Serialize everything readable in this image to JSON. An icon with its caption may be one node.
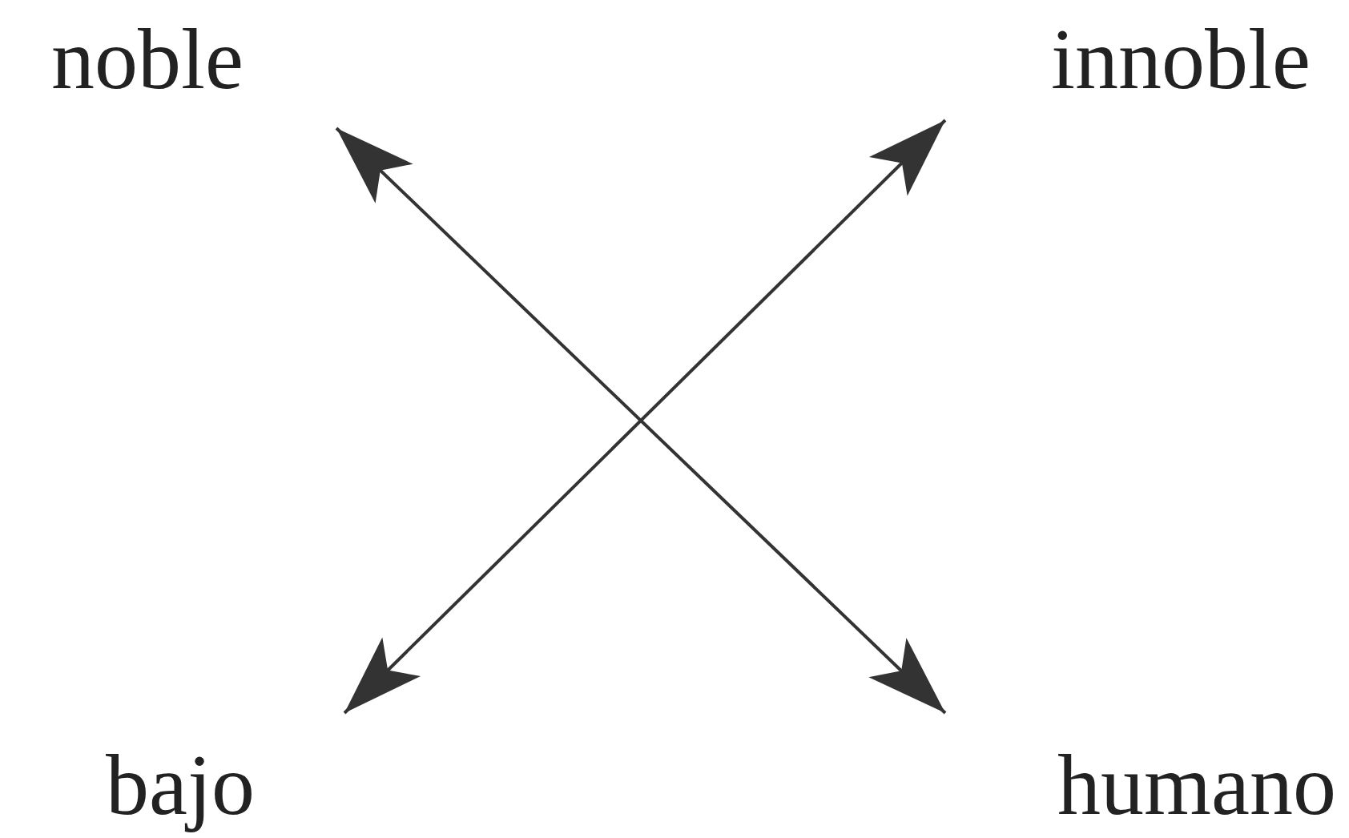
{
  "diagram": {
    "nodes": [
      {
        "text": [
          "noble"
        ]
      },
      {
        "text": [
          "innoble"
        ]
      },
      {
        "text": [
          "bajo"
        ]
      },
      {
        "text": [
          "humano"
        ]
      }
    ],
    "edges": [
      {
        "from": 0,
        "to": 3,
        "arrow": "both"
      },
      {
        "from": 1,
        "to": 2,
        "arrow": "both"
      }
    ]
  }
}
